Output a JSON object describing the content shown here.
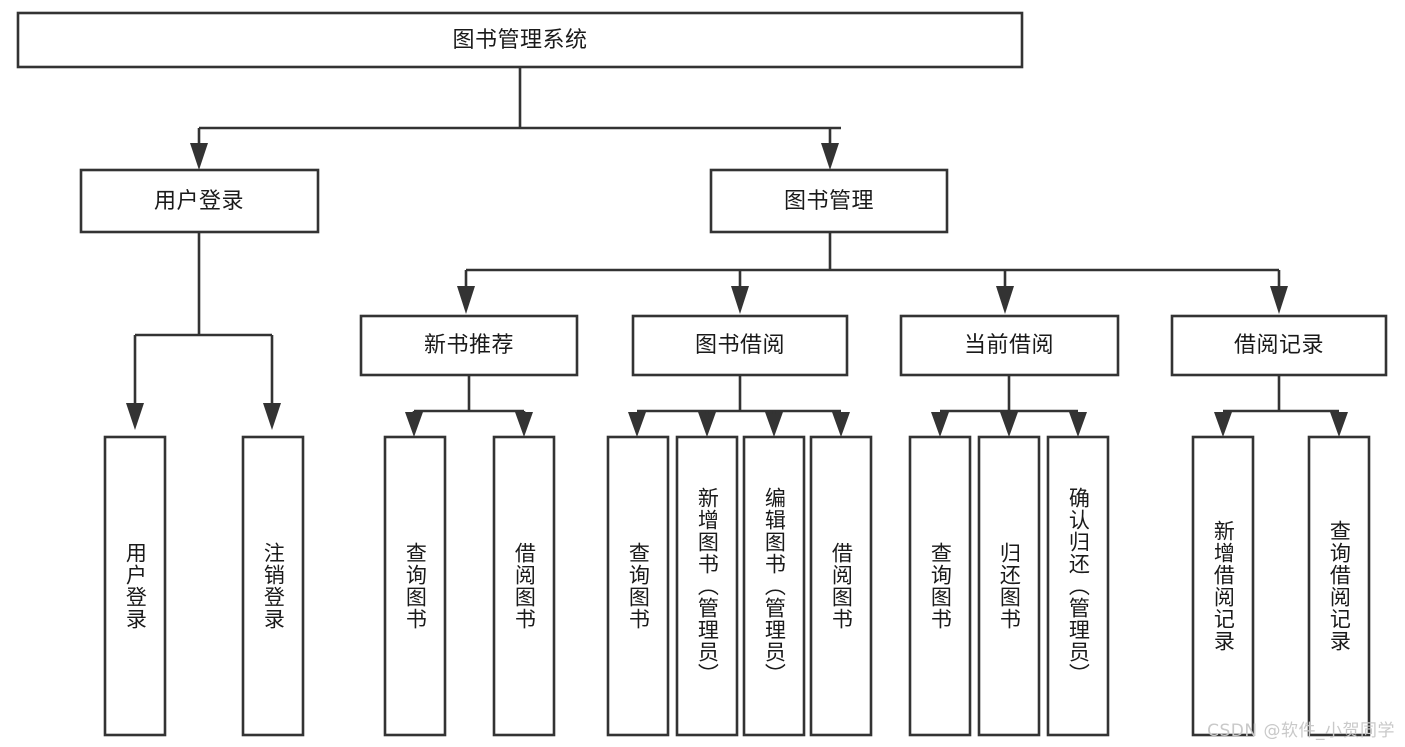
{
  "diagram": {
    "type": "tree",
    "title": "图书管理系统",
    "root": {
      "label": "图书管理系统"
    },
    "level2": [
      {
        "label": "用户登录"
      },
      {
        "label": "图书管理"
      }
    ],
    "level3": [
      {
        "label": "新书推荐"
      },
      {
        "label": "图书借阅"
      },
      {
        "label": "当前借阅"
      },
      {
        "label": "借阅记录"
      }
    ],
    "leaves": {
      "user_login": [
        {
          "label": "用户登录"
        },
        {
          "label": "注销登录"
        }
      ],
      "new_book_recommend": [
        {
          "label": "查询图书"
        },
        {
          "label": "借阅图书"
        }
      ],
      "book_borrow": [
        {
          "label": "查询图书"
        },
        {
          "label": "新增图书（管理员）"
        },
        {
          "label": "编辑图书（管理员）"
        },
        {
          "label": "借阅图书"
        }
      ],
      "current_borrow": [
        {
          "label": "查询图书"
        },
        {
          "label": "归还图书"
        },
        {
          "label": "确认归还（管理员）"
        }
      ],
      "borrow_record": [
        {
          "label": "新增借阅记录"
        },
        {
          "label": "查询借阅记录"
        }
      ]
    }
  },
  "watermark": {
    "text": "CSDN @软件_小贺同学"
  },
  "colors": {
    "stroke": "#333333",
    "fill": "#ffffff",
    "text": "#1a1a1a",
    "watermark": "#c9c9c9"
  }
}
